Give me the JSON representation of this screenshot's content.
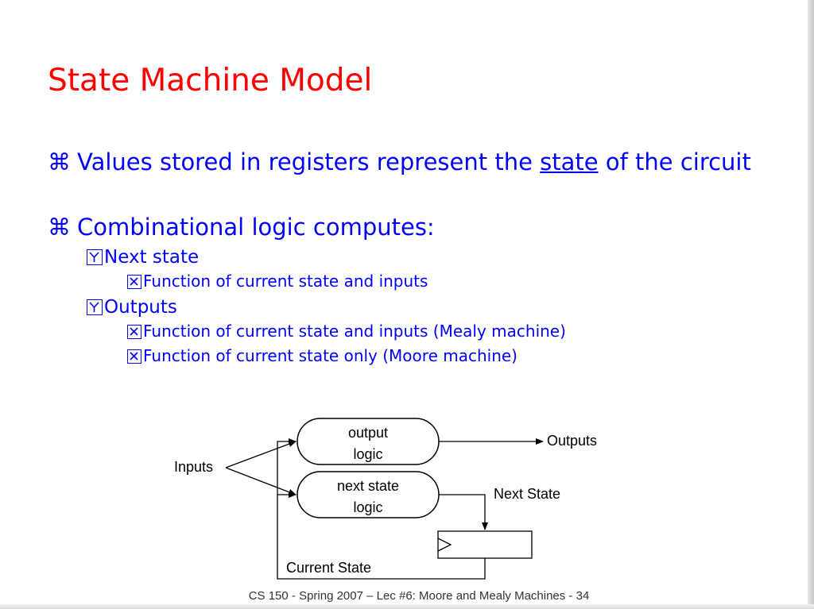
{
  "slide": {
    "title": "State Machine Model",
    "bullets": [
      {
        "glyph": "⌘",
        "text_before": "Values stored in registers represent the ",
        "emphasis": "state",
        "text_after": " of the circuit"
      },
      {
        "glyph": "⌘",
        "text": "Combinational logic computes:",
        "sub": [
          {
            "text": "Next state",
            "sub": [
              "Function of current state and inputs"
            ]
          },
          {
            "text": "Outputs",
            "sub": [
              "Function of current state and inputs (Mealy machine)",
              "Function of current state only (Moore machine)"
            ]
          }
        ]
      }
    ]
  },
  "diagram": {
    "output_logic_line1": "output",
    "output_logic_line2": "logic",
    "next_state_logic_line1": "next state",
    "next_state_logic_line2": "logic",
    "inputs_label": "Inputs",
    "outputs_label": "Outputs",
    "next_state_label": "Next State",
    "current_state_label": "Current State"
  },
  "footer": "CS 150 - Spring 2007 – Lec #6: Moore and Mealy Machines - 34",
  "colors": {
    "title": "#ff0000",
    "body": "#0000ff",
    "diagram": "#000000"
  }
}
